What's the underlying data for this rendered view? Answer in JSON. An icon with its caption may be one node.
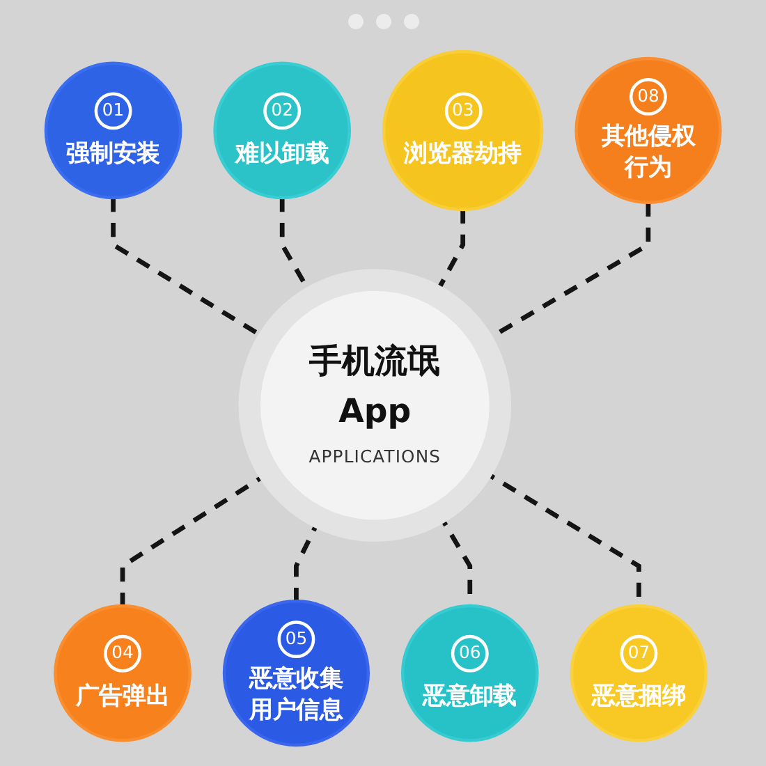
{
  "diagram": {
    "nodes": [
      {
        "text": [
          "手机流氓",
          "App",
          "APPLICATIONS"
        ]
      },
      {
        "text": [
          "01",
          "强制安装"
        ]
      },
      {
        "text": [
          "02",
          "难以卸载"
        ]
      },
      {
        "text": [
          "03",
          "浏览器劫持"
        ]
      },
      {
        "text": [
          "04",
          "广告弹出"
        ]
      },
      {
        "text": [
          "05",
          "恶意收集用户信息"
        ]
      },
      {
        "text": [
          "06",
          "恶意卸载"
        ]
      },
      {
        "text": [
          "07",
          "恶意捆绑"
        ]
      },
      {
        "text": [
          "08",
          "其他侵权行为"
        ]
      }
    ],
    "edges": [
      {
        "from": 1,
        "to": 0,
        "arrow": "none",
        "style": "dashed"
      },
      {
        "from": 2,
        "to": 0,
        "arrow": "none",
        "style": "dashed"
      },
      {
        "from": 3,
        "to": 0,
        "arrow": "none",
        "style": "dashed"
      },
      {
        "from": 0,
        "to": 4,
        "arrow": "none",
        "style": "dashed"
      },
      {
        "from": 0,
        "to": 5,
        "arrow": "none",
        "style": "dashed"
      },
      {
        "from": 0,
        "to": 6,
        "arrow": "none",
        "style": "dashed"
      },
      {
        "from": 0,
        "to": 7,
        "arrow": "none",
        "style": "dashed"
      },
      {
        "from": 8,
        "to": 0,
        "arrow": "none",
        "style": "dashed"
      }
    ]
  }
}
